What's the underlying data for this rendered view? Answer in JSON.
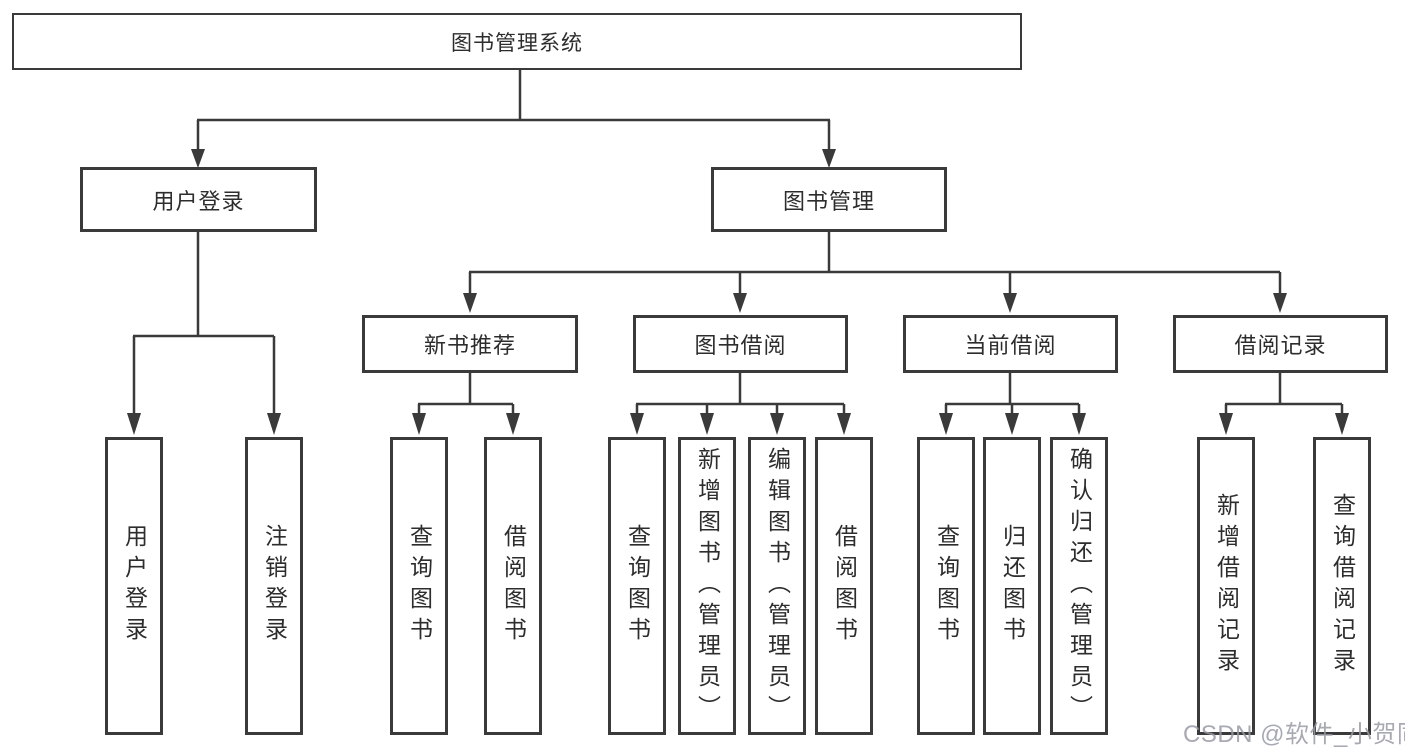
{
  "tree": {
    "root": {
      "label": "图书管理系统",
      "children": [
        {
          "label": "用户登录",
          "children": [
            {
              "label": "用户登录"
            },
            {
              "label": "注销登录"
            }
          ]
        },
        {
          "label": "图书管理",
          "children": [
            {
              "label": "新书推荐",
              "children": [
                {
                  "label": "查询图书"
                },
                {
                  "label": "借阅图书"
                }
              ]
            },
            {
              "label": "图书借阅",
              "children": [
                {
                  "label": "查询图书"
                },
                {
                  "label": "新增图书（管理员）"
                },
                {
                  "label": "编辑图书（管理员）"
                },
                {
                  "label": "借阅图书"
                }
              ]
            },
            {
              "label": "当前借阅",
              "children": [
                {
                  "label": "查询图书"
                },
                {
                  "label": "归还图书"
                },
                {
                  "label": "确认归还（管理员）"
                }
              ]
            },
            {
              "label": "借阅记录",
              "children": [
                {
                  "label": "新增借阅记录"
                },
                {
                  "label": "查询借阅记录"
                }
              ]
            }
          ]
        }
      ]
    }
  },
  "watermark": "CSDN @软件_小贺同学",
  "colors": {
    "line": "#3a3a3a",
    "box_border": "#3a3a3a",
    "box_fill": "#ffffff",
    "text": "#2d2d2d",
    "watermark": "#989ba5"
  }
}
